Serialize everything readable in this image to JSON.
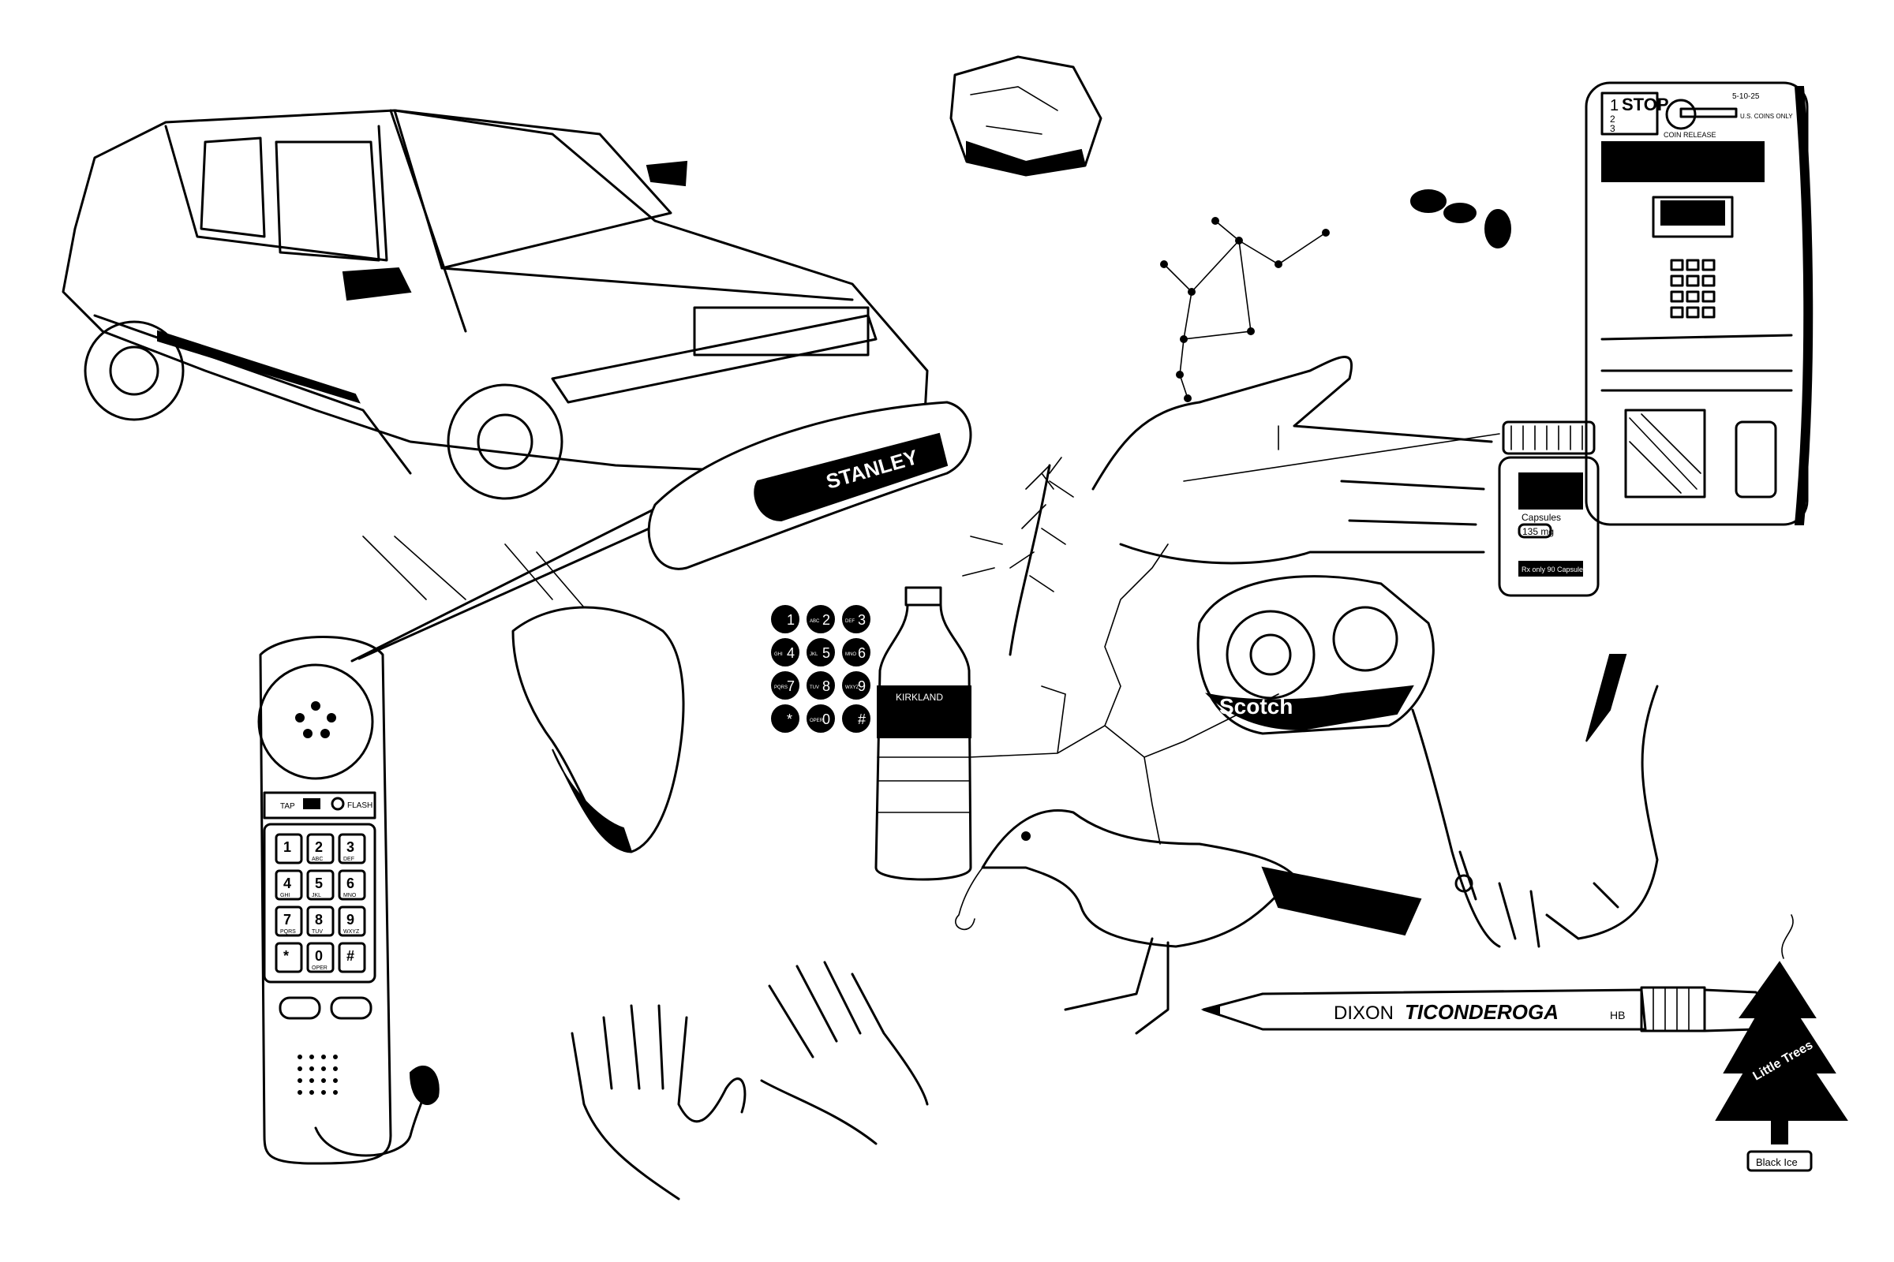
{
  "palette": {
    "ink": "#000000",
    "paper": "#ffffff"
  },
  "screwdriver": {
    "brand": "STANLEY"
  },
  "tape": {
    "brand": "Scotch"
  },
  "pencil": {
    "brand": "DIXON",
    "model": "TICONDEROGA",
    "grade": "HB"
  },
  "air_freshener": {
    "brand": "Little Trees",
    "scent": "Black Ice"
  },
  "water_bottle": {
    "brand": "KIRKLAND"
  },
  "payphone": {
    "step": "STOP",
    "step_numbers": [
      "1",
      "2",
      "3"
    ],
    "coin_release": "COIN RELEASE",
    "date": "5-10-25",
    "coins_note": "U.S. COINS ONLY"
  },
  "pill_bottle": {
    "label": "Capsules",
    "dose": "135 mg",
    "footer": "Rx only 90 Capsules"
  },
  "handset": {
    "tap": "TAP",
    "flash": "FLASH",
    "keys": [
      {
        "digit": "1",
        "letters": ""
      },
      {
        "digit": "2",
        "letters": "ABC"
      },
      {
        "digit": "3",
        "letters": "DEF"
      },
      {
        "digit": "4",
        "letters": "GHI"
      },
      {
        "digit": "5",
        "letters": "JKL"
      },
      {
        "digit": "6",
        "letters": "MNO"
      },
      {
        "digit": "7",
        "letters": "PQRS"
      },
      {
        "digit": "8",
        "letters": "TUV"
      },
      {
        "digit": "9",
        "letters": "WXYZ"
      },
      {
        "digit": "*",
        "letters": ""
      },
      {
        "digit": "0",
        "letters": "OPER"
      },
      {
        "digit": "#",
        "letters": ""
      }
    ]
  }
}
